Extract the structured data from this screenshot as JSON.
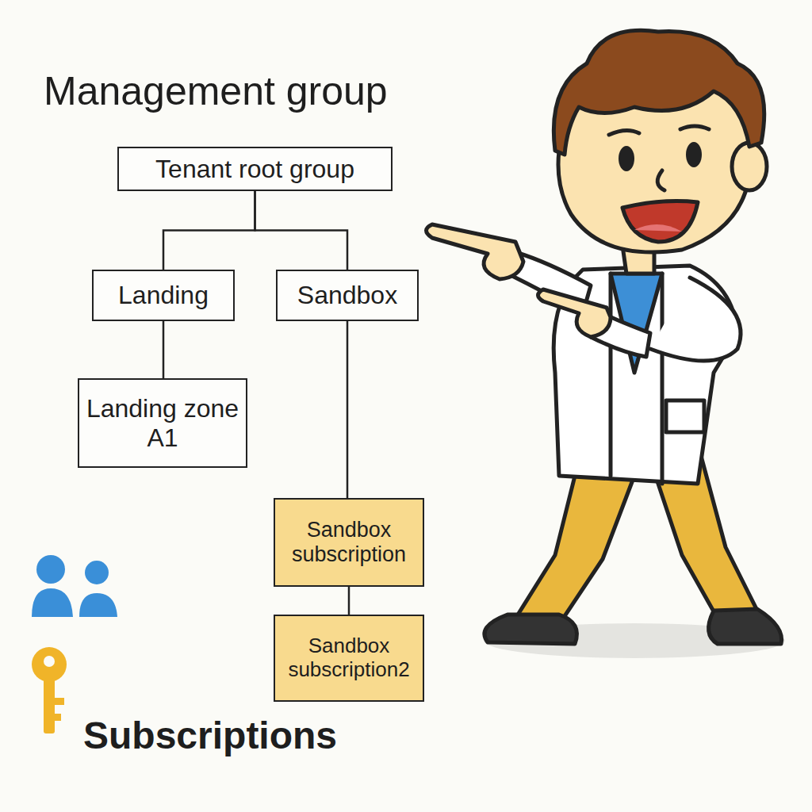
{
  "diagram": {
    "title": "Management group",
    "nodes": [
      {
        "text": [
          "Tenant root group"
        ]
      },
      {
        "text": [
          "Landing"
        ]
      },
      {
        "text": [
          "Sandbox"
        ]
      },
      {
        "text": [
          "Landing zone A1"
        ]
      },
      {
        "text": [
          "Sandbox subscription"
        ]
      },
      {
        "text": [
          "Sandbox subscription2"
        ]
      }
    ],
    "edges": [
      {
        "from": 0,
        "to": 1,
        "arrow": "none"
      },
      {
        "from": 0,
        "to": 2,
        "arrow": "none"
      },
      {
        "from": 1,
        "to": 3,
        "arrow": "none"
      },
      {
        "from": 2,
        "to": 4,
        "arrow": "none"
      },
      {
        "from": 4,
        "to": 5,
        "arrow": "none"
      }
    ],
    "labels": [
      "Subscriptions"
    ]
  }
}
